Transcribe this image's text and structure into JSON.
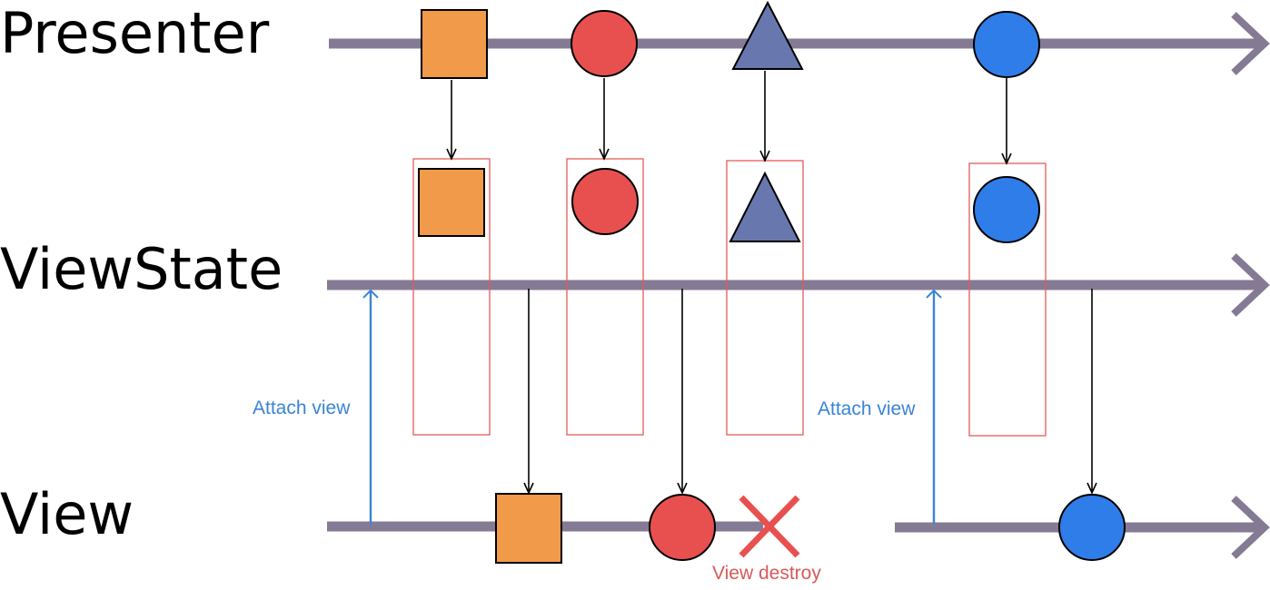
{
  "colors": {
    "timeline": "#857a94",
    "orange": "#f19a49",
    "red": "#e8504f",
    "purple": "#6878ae",
    "blue": "#2f7de8",
    "box_border": "#e55a5a",
    "attach_text": "#3a84d6",
    "destroy_text": "#d65a5a",
    "arrow": "#000000"
  },
  "lanes": {
    "presenter": "Presenter",
    "viewstate": "ViewState",
    "view": "View"
  },
  "annotations": {
    "attach_1": "Attach view",
    "attach_2": "Attach view",
    "destroy": "View destroy"
  },
  "events": {
    "presenter": [
      "orange-square",
      "red-circle",
      "purple-triangle",
      "blue-circle"
    ],
    "viewstate": [
      "orange-square",
      "red-circle",
      "purple-triangle",
      "blue-circle"
    ],
    "view": [
      "orange-square",
      "red-circle",
      "destroyed",
      "blue-circle"
    ]
  },
  "icons": {
    "destroy": "x-mark-icon",
    "timeline_end": "arrowhead-icon"
  }
}
